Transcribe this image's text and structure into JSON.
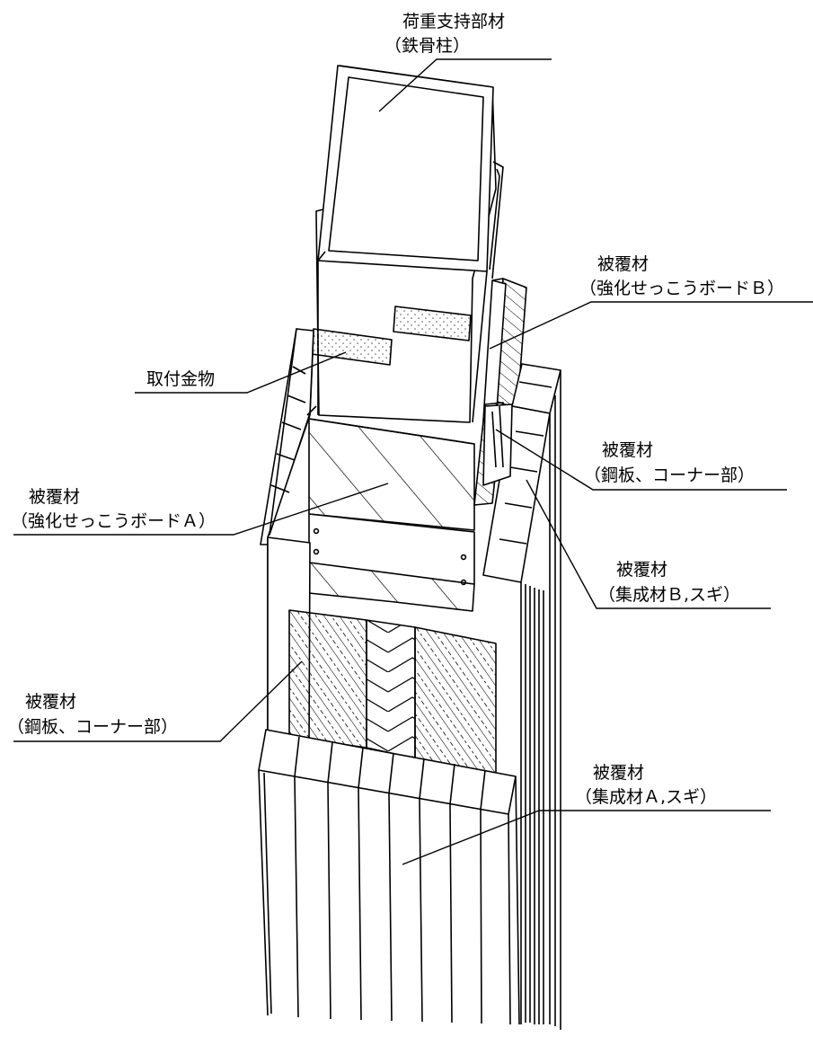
{
  "labels": {
    "load_member": {
      "line1": "荷重支持部材",
      "line2": "（鉄骨柱）"
    },
    "board_b": {
      "line1": "被覆材",
      "line2": "（強化せっこうボードＢ）"
    },
    "fitting": {
      "line1": "取付金物"
    },
    "steel_corner_upper": {
      "line1": "被覆材",
      "line2": "（鋼板、コーナー部）"
    },
    "board_a": {
      "line1": "被覆材",
      "line2": "（強化せっこうボードＡ）"
    },
    "glulam_b": {
      "line1": "被覆材",
      "line2": "（集成材Ｂ,スギ）"
    },
    "steel_corner_lower": {
      "line1": "被覆材",
      "line2": "（鋼板、コーナー部）"
    },
    "glulam_a": {
      "line1": "被覆材",
      "line2": "（集成材Ａ,スギ）"
    }
  },
  "colors": {
    "line": "#000000",
    "background": "#ffffff",
    "stipple": "#555555"
  }
}
